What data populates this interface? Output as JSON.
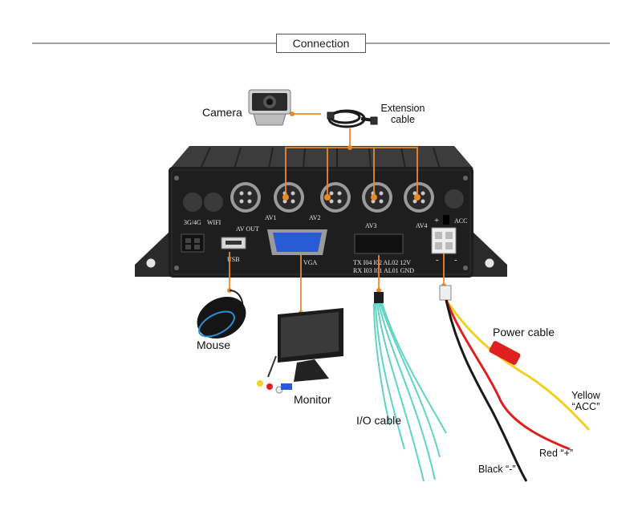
{
  "header": {
    "title": "Connection"
  },
  "labels": {
    "camera": "Camera",
    "extension_line1": "Extension",
    "extension_line2": "cable",
    "mouse": "Mouse",
    "monitor": "Monitor",
    "io_cable": "I/O cable",
    "power_cable": "Power cable",
    "yellow_line1": "Yellow",
    "yellow_line2": "“ACC”",
    "red": "Red “+”",
    "black": "Black “-”"
  },
  "panel": {
    "net": "3G/4G",
    "wifi": "WIFI",
    "av_out": "AV OUT",
    "usb": "USB",
    "vga": "VGA",
    "av1": "AV1",
    "av2": "AV2",
    "av3": "AV3",
    "av4": "AV4",
    "acc": "ACC",
    "plus": "+",
    "minus_left": "-",
    "minus_right": "-",
    "io_row1": "TX  I04  I02  AL02  12V",
    "io_row2": "RX  I03  I01  AL01  GND"
  },
  "colors": {
    "connector_line": "#e98a2a",
    "device_body": "#1e1e1e",
    "vga_blue": "#2a5bd6",
    "io_wire": "#5fd4c4",
    "power_red": "#e02020",
    "power_yellow": "#f0d020",
    "power_black": "#1a1a1a"
  }
}
